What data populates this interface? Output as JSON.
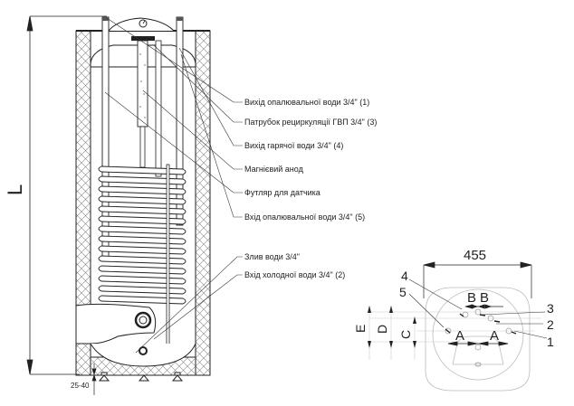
{
  "diagram": {
    "title": "Бойлер непрямого нагріву — схема",
    "side_view": {
      "height_dim_label": "L",
      "leg_adjust_label": "25-40",
      "callouts": [
        {
          "id": "heating-outlet",
          "text": "Вихід опалювальної води 3/4\" (1)"
        },
        {
          "id": "recirculation-pipe",
          "text": "Патрубок рециркуляції ГВП  3/4\" (3)"
        },
        {
          "id": "hot-water-outlet",
          "text": "Вихід гарячої води 3/4\" (4)"
        },
        {
          "id": "magnesium-anode",
          "text": "Магнієвий анод"
        },
        {
          "id": "sensor-sleeve",
          "text": "Футляр для датчика"
        },
        {
          "id": "heating-inlet",
          "text": "Вхід опалювальної води 3/4\" (5)"
        },
        {
          "id": "drain",
          "text": "Злив води 3/4\""
        },
        {
          "id": "cold-water-inlet",
          "text": "Вхід холодної води 3/4\" (2)"
        }
      ]
    },
    "top_view": {
      "width_dim": "455",
      "dim_labels": {
        "A1": "A",
        "A2": "A",
        "B1": "B",
        "B2": "B",
        "C": "C",
        "D": "D",
        "E": "E"
      },
      "port_numbers": [
        "1",
        "2",
        "3",
        "4",
        "5"
      ]
    }
  }
}
